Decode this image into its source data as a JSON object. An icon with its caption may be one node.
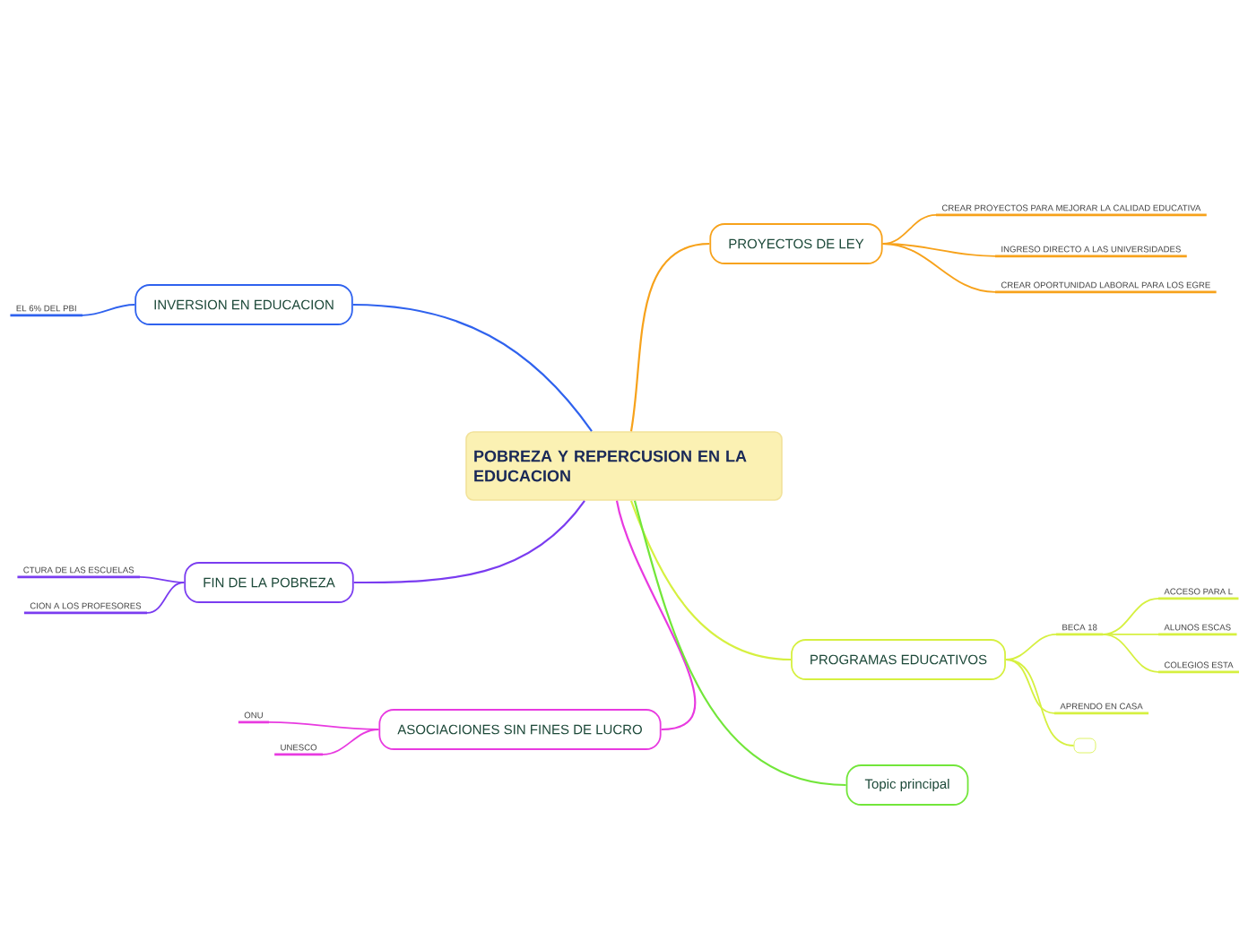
{
  "diagram": {
    "nodes": [
      {
        "text": [
          "POBREZA Y REPERCUSION EN LA EDUCACION"
        ]
      },
      {
        "text": [
          "PROYECTOS DE LEY"
        ]
      },
      {
        "text": [
          "CREAR PROYECTOS PARA MEJORAR LA CALIDAD EDUCATIVA"
        ]
      },
      {
        "text": [
          "INGRESO DIRECTO A LAS UNIVERSIDADES"
        ]
      },
      {
        "text": [
          "CREAR OPORTUNIDAD LABORAL PARA LOS EGRE"
        ]
      },
      {
        "text": [
          "INVERSION  EN EDUCACION"
        ]
      },
      {
        "text": [
          "EL 6% DEL PBI"
        ]
      },
      {
        "text": [
          "FIN DE LA POBREZA"
        ]
      },
      {
        "text": [
          "CTURA DE LAS ESCUELAS"
        ]
      },
      {
        "text": [
          "CION A LOS  PROFESORES"
        ]
      },
      {
        "text": [
          "PROGRAMAS EDUCATIVOS"
        ]
      },
      {
        "text": [
          "BECA 18"
        ]
      },
      {
        "text": [
          "ACCESO PARA L"
        ]
      },
      {
        "text": [
          "ALUNOS  ESCAS"
        ]
      },
      {
        "text": [
          "COLEGIOS  ESTA"
        ]
      },
      {
        "text": [
          "APRENDO EN CASA"
        ]
      },
      {
        "text": [],
        "shape": "box"
      },
      {
        "text": [
          "ASOCIACIONES SIN FINES DE LUCRO"
        ]
      },
      {
        "text": [
          "ONU"
        ]
      },
      {
        "text": [
          "UNESCO"
        ]
      },
      {
        "text": [
          "Topic principal"
        ]
      }
    ],
    "edges": [
      {
        "from": 0,
        "to": 1,
        "arrow": "none",
        "color": "#f7a21b"
      },
      {
        "from": 1,
        "to": 2,
        "arrow": "none",
        "color": "#f7a21b"
      },
      {
        "from": 1,
        "to": 3,
        "arrow": "none",
        "color": "#f7a21b"
      },
      {
        "from": 1,
        "to": 4,
        "arrow": "none",
        "color": "#f7a21b"
      },
      {
        "from": 0,
        "to": 5,
        "arrow": "none",
        "color": "#2f62ee"
      },
      {
        "from": 5,
        "to": 6,
        "arrow": "none",
        "color": "#2f62ee"
      },
      {
        "from": 0,
        "to": 7,
        "arrow": "none",
        "color": "#7a3cf0"
      },
      {
        "from": 7,
        "to": 8,
        "arrow": "none",
        "color": "#7a3cf0"
      },
      {
        "from": 7,
        "to": 9,
        "arrow": "none",
        "color": "#7a3cf0"
      },
      {
        "from": 0,
        "to": 10,
        "arrow": "none",
        "color": "#d6f040"
      },
      {
        "from": 10,
        "to": 11,
        "arrow": "none",
        "color": "#d6f040"
      },
      {
        "from": 11,
        "to": 12,
        "arrow": "none",
        "color": "#d6f040"
      },
      {
        "from": 11,
        "to": 13,
        "arrow": "none",
        "color": "#d6f040"
      },
      {
        "from": 11,
        "to": 14,
        "arrow": "none",
        "color": "#d6f040"
      },
      {
        "from": 10,
        "to": 15,
        "arrow": "none",
        "color": "#d6f040"
      },
      {
        "from": 10,
        "to": 16,
        "arrow": "none",
        "color": "#d6f040"
      },
      {
        "from": 0,
        "to": 17,
        "arrow": "none",
        "color": "#e83ae0"
      },
      {
        "from": 17,
        "to": 18,
        "arrow": "none",
        "color": "#e83ae0"
      },
      {
        "from": 17,
        "to": 19,
        "arrow": "none",
        "color": "#e83ae0"
      },
      {
        "from": 0,
        "to": 20,
        "arrow": "none",
        "color": "#72e63a"
      }
    ]
  }
}
